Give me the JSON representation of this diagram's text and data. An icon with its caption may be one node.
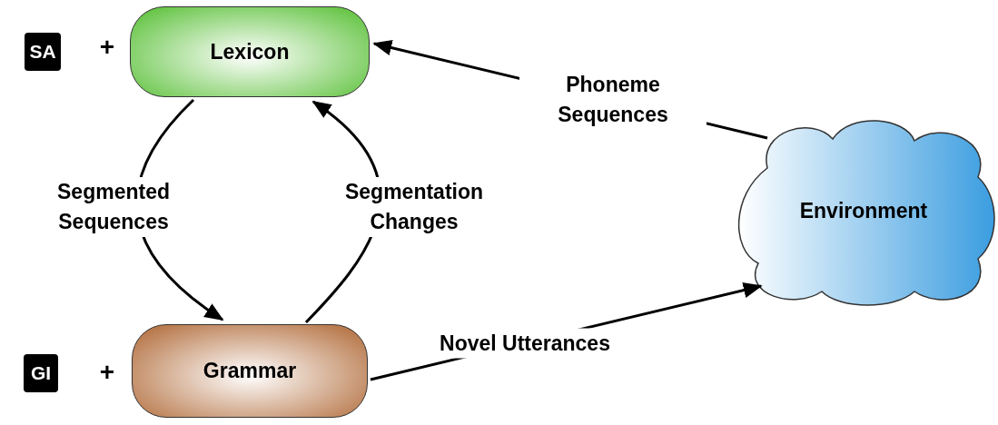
{
  "diagram": {
    "nodes": [
      {
        "text": [
          "SA"
        ]
      },
      {
        "text": [
          "Lexicon"
        ]
      },
      {
        "text": [
          "GI"
        ]
      },
      {
        "text": [
          "Grammar"
        ]
      },
      {
        "text": [
          "Environment"
        ]
      }
    ],
    "edges": [
      {
        "from": 1,
        "to": 3,
        "arrow": "to",
        "label": "Segmented Sequences"
      },
      {
        "from": 3,
        "to": 1,
        "arrow": "to",
        "label": "Segmentation Changes"
      },
      {
        "from": 4,
        "to": 1,
        "arrow": "to",
        "label": "Phoneme Sequences"
      },
      {
        "from": 3,
        "to": 4,
        "arrow": "to",
        "label": "Novel Utterances"
      }
    ],
    "labels": [
      "+",
      "+"
    ]
  }
}
